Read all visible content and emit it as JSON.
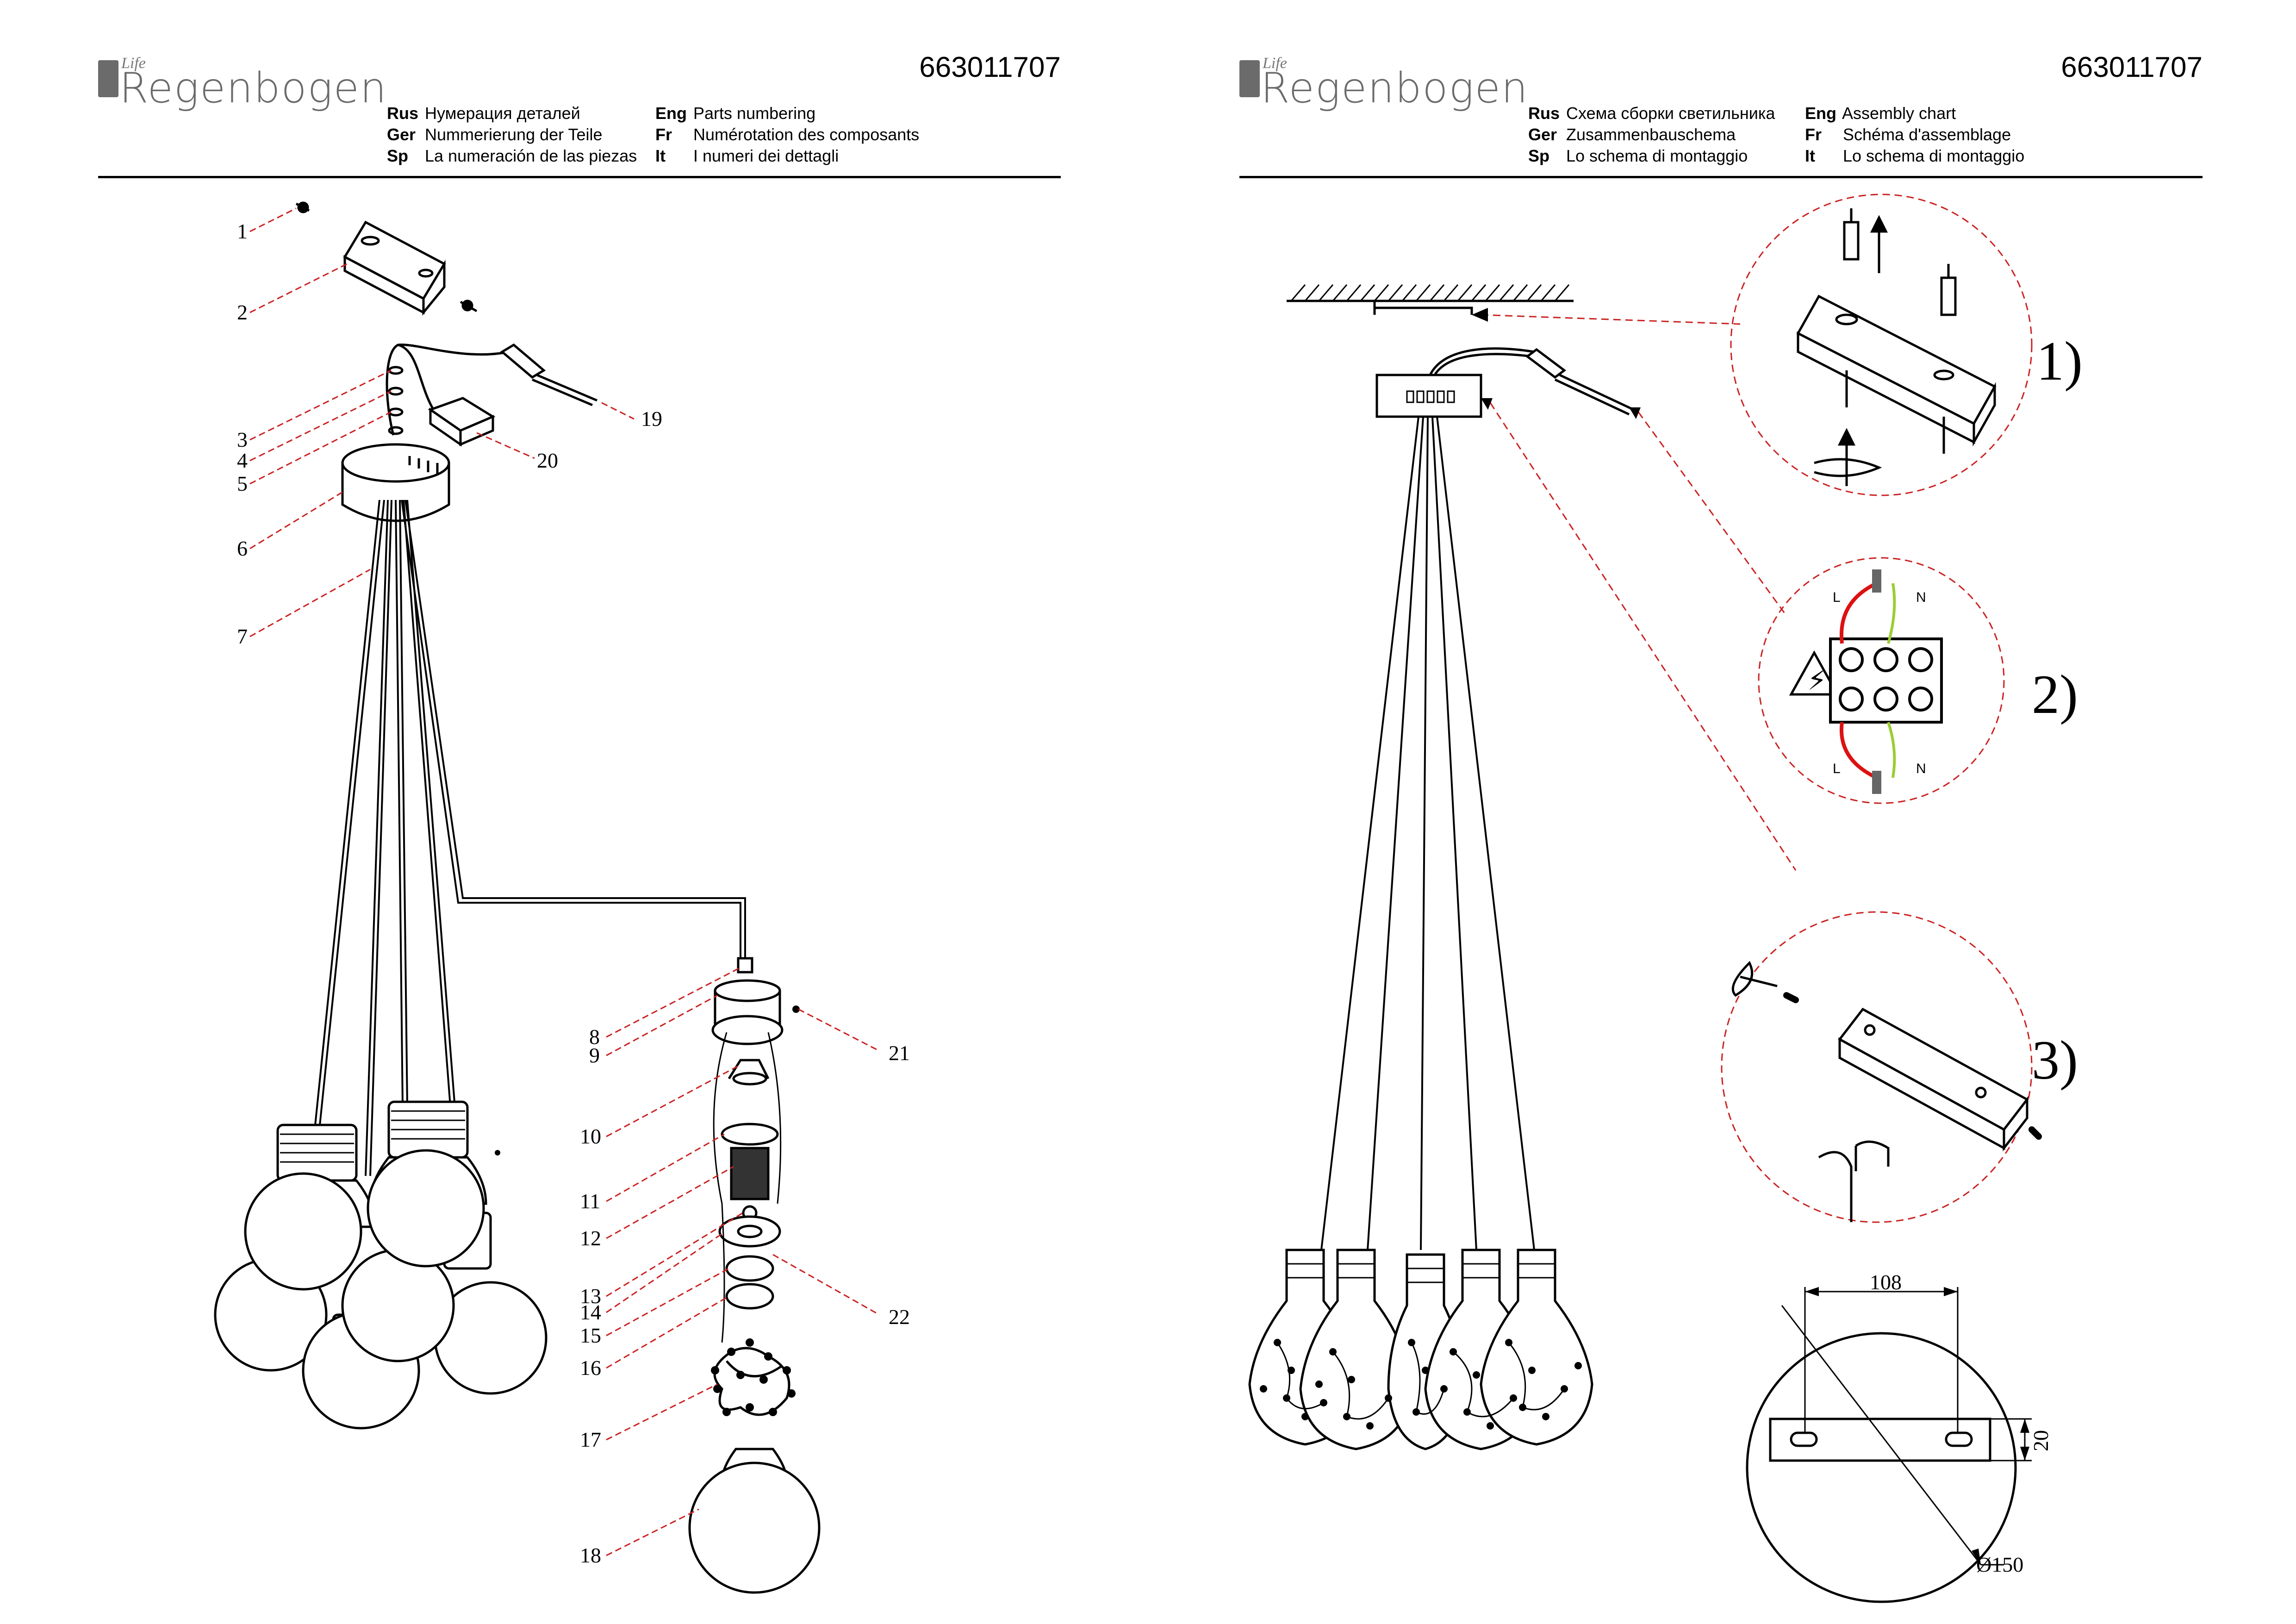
{
  "brand": {
    "life": "Life",
    "name": "Regenbogen"
  },
  "doc_number": "663011707",
  "left": {
    "header": [
      {
        "k": "Rus",
        "v": "Нумерация деталей"
      },
      {
        "k": "Ger",
        "v": "Nummerierung der Teile"
      },
      {
        "k": "Sp",
        "v": "La numeración de las piezas"
      },
      {
        "k": "Eng",
        "v": "Parts numbering"
      },
      {
        "k": "Fr",
        "v": "Numérotation des composants"
      },
      {
        "k": "It",
        "v": "I numeri dei dettagli"
      }
    ],
    "parts": [
      "1",
      "2",
      "3",
      "4",
      "5",
      "6",
      "7",
      "8",
      "9",
      "10",
      "11",
      "12",
      "13",
      "14",
      "15",
      "16",
      "17",
      "18",
      "19",
      "20",
      "21",
      "22"
    ]
  },
  "right": {
    "header": [
      {
        "k": "Rus",
        "v": "Схема сборки светильника"
      },
      {
        "k": "Ger",
        "v": "Zusammenbauschema"
      },
      {
        "k": "Sp",
        "v": "Lo schema di montaggio"
      },
      {
        "k": "Eng",
        "v": "Assembly chart"
      },
      {
        "k": "Fr",
        "v": "Schéma d'assemblage"
      },
      {
        "k": "It",
        "v": "Lo schema di montaggio"
      }
    ],
    "steps": [
      "1)",
      "2)",
      "3)"
    ],
    "wiring": {
      "l": "L",
      "n": "N"
    },
    "dimensions": {
      "width": "108",
      "height": "20",
      "diameter": "Ø150"
    }
  },
  "colors": {
    "leader": "#cc2222",
    "line": "#000000",
    "wire_live": "#dd1111",
    "wire_neutral": "#9acd32"
  }
}
